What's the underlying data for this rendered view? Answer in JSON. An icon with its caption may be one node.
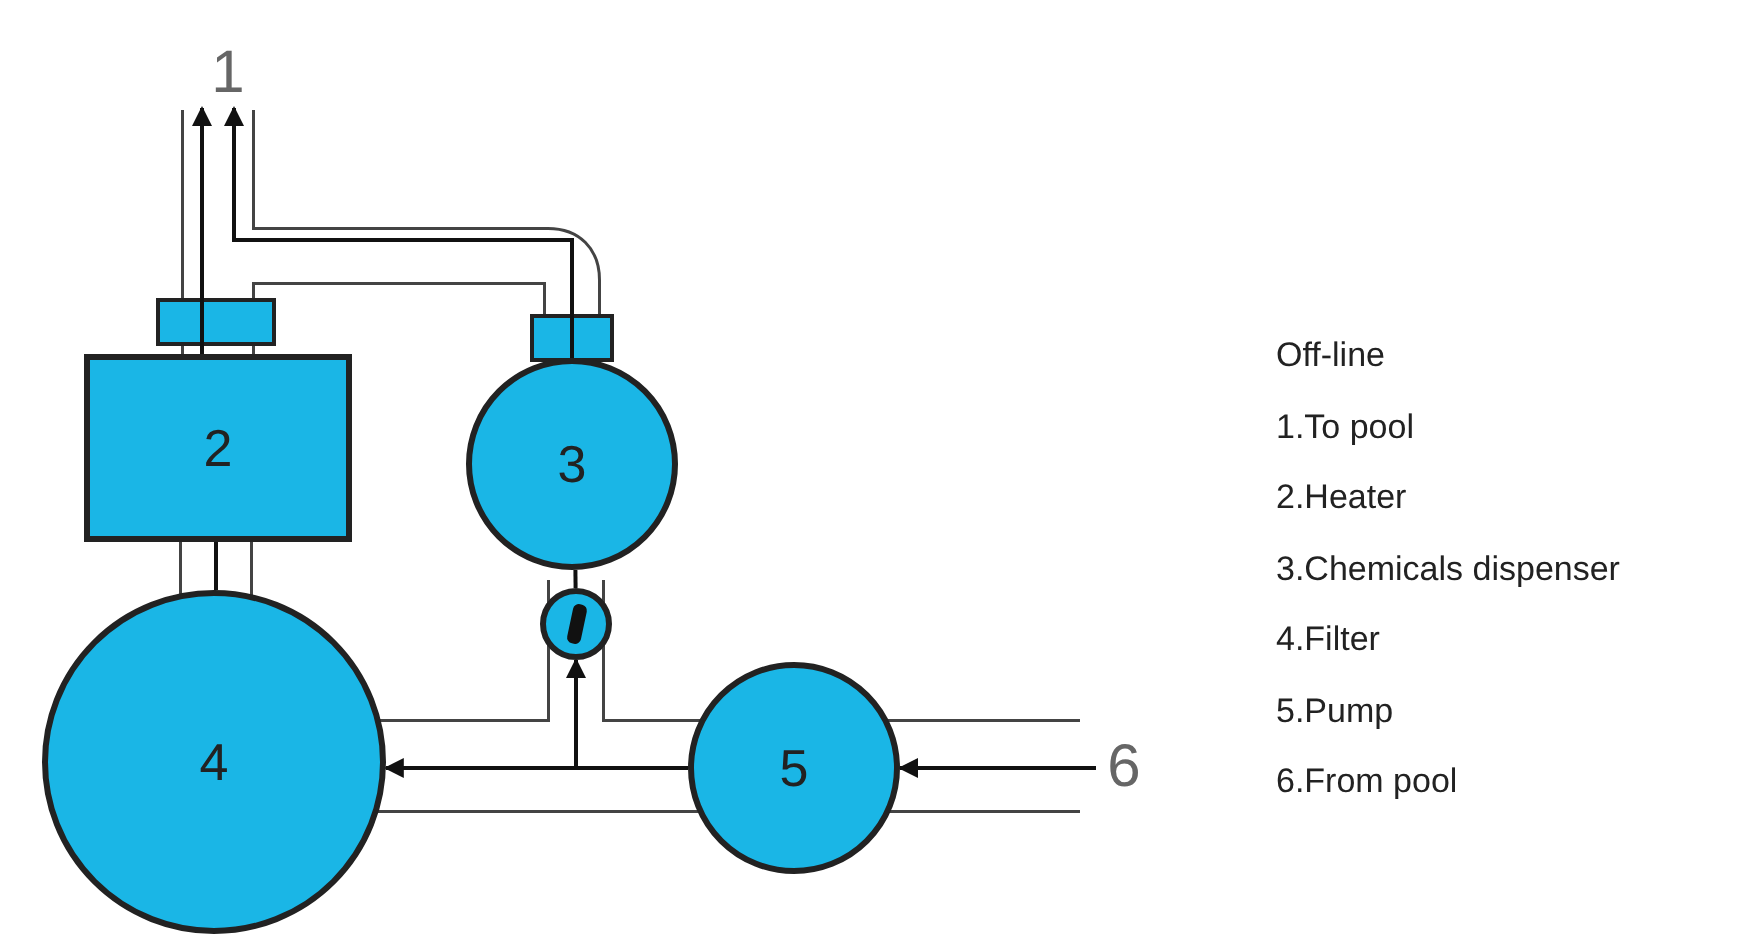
{
  "diagram": {
    "nodes": [
      {
        "text": [
          "1"
        ]
      },
      {
        "text": [
          "2"
        ]
      },
      {
        "text": [
          "3"
        ]
      },
      {
        "text": [],
        "shape": "circle"
      },
      {
        "text": [
          "4"
        ]
      },
      {
        "text": [
          "5"
        ]
      },
      {
        "text": [
          "6"
        ]
      }
    ],
    "edges": [
      {
        "from": 6,
        "to": 5,
        "arrow": "to"
      },
      {
        "from": 5,
        "to": 4,
        "arrow": "to"
      },
      {
        "from": 5,
        "to": 3,
        "arrow": "to"
      },
      {
        "from": 3,
        "to": 2,
        "arrow": "none"
      },
      {
        "from": 2,
        "to": 0,
        "arrow": "to"
      },
      {
        "from": 4,
        "to": 1,
        "arrow": "none"
      },
      {
        "from": 1,
        "to": 0,
        "arrow": "to"
      }
    ],
    "labels": [
      "Off-line",
      "1.To pool",
      "2.Heater",
      "3.Chemicals dispenser",
      "4.Filter",
      "5.Pump",
      "6.From pool"
    ]
  }
}
